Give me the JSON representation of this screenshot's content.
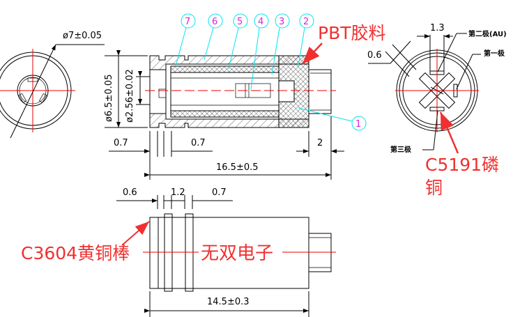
{
  "end_view_left": {
    "diameter_label": "ø7±0.05"
  },
  "section_view": {
    "outer_diameter_label": "ø6.5±0.05",
    "inner_diameter_label": "ø2.56±0.02",
    "dim_left_a": "0.7",
    "dim_left_b": "0.7",
    "dim_pin": "2",
    "overall_length": "16.5±0.5",
    "material_label": "PBT胶料",
    "balloons": [
      "7",
      "6",
      "5",
      "4",
      "3",
      "2",
      "1"
    ]
  },
  "end_view_right": {
    "dim_width": "1.3",
    "dim_slot": "0.6",
    "pole_2": "第二极(AU)",
    "pole_1": "第一极",
    "pole_3": "第三极",
    "material_label_line1": "C5191磷",
    "material_label_line2": "铜"
  },
  "side_view": {
    "dim_a": "0.6",
    "dim_b": "1.2",
    "dim_c": "0.7",
    "overall_length": "14.5±0.3",
    "material_label": "C3604黄铜棒",
    "watermark": "无双电子"
  },
  "colors": {
    "centerline": "#e00000",
    "leader": "#00e5ee",
    "balloon_text": "#e020e0",
    "annotation": "#f03030"
  }
}
